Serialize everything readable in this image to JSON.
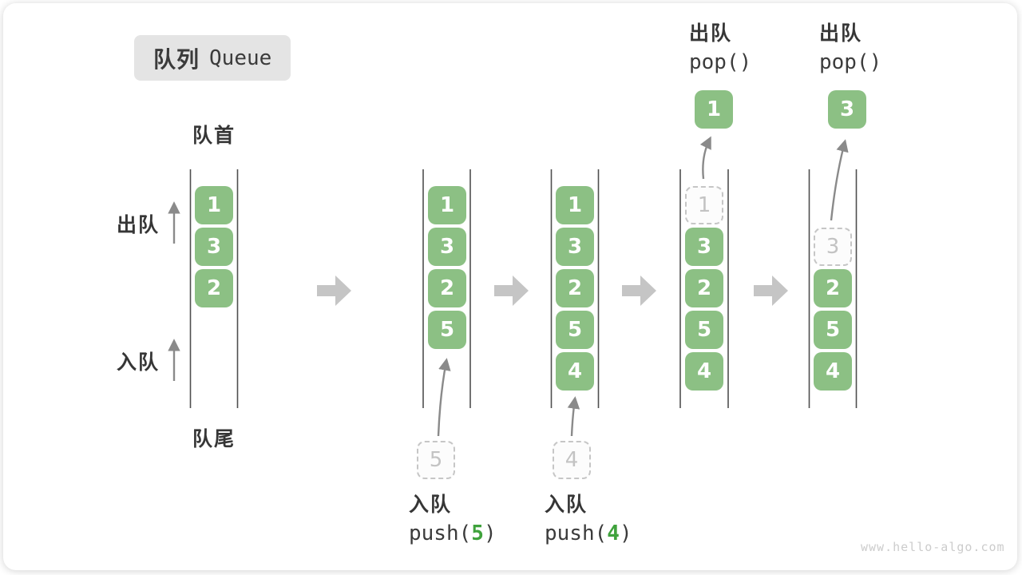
{
  "title": {
    "zh": "队列",
    "en": "Queue"
  },
  "side_labels": {
    "front": "队首",
    "rear": "队尾",
    "dequeue": "出队",
    "enqueue": "入队"
  },
  "operations": {
    "push5": {
      "label": "入队",
      "fn_prefix": "push(",
      "arg": "5",
      "fn_suffix": ")"
    },
    "push4": {
      "label": "入队",
      "fn_prefix": "push(",
      "arg": "4",
      "fn_suffix": ")"
    },
    "pop1": {
      "label": "出队",
      "fn": "pop()"
    },
    "pop2": {
      "label": "出队",
      "fn": "pop()"
    }
  },
  "queues": [
    {
      "cells": [
        {
          "v": "1"
        },
        {
          "v": "3"
        },
        {
          "v": "2"
        }
      ]
    },
    {
      "cells": [
        {
          "v": "1"
        },
        {
          "v": "3"
        },
        {
          "v": "2"
        },
        {
          "v": "5"
        }
      ],
      "staged": "5"
    },
    {
      "cells": [
        {
          "v": "1"
        },
        {
          "v": "3"
        },
        {
          "v": "2"
        },
        {
          "v": "5"
        },
        {
          "v": "4"
        }
      ],
      "staged": "4"
    },
    {
      "cells": [
        {
          "v": "1",
          "ghost": true
        },
        {
          "v": "3"
        },
        {
          "v": "2"
        },
        {
          "v": "5"
        },
        {
          "v": "4"
        }
      ],
      "popped": "1"
    },
    {
      "cells": [
        {
          "v": "3",
          "ghost": true
        },
        {
          "v": "2"
        },
        {
          "v": "5"
        },
        {
          "v": "4"
        }
      ],
      "popped": "3"
    }
  ],
  "watermark": "www.hello-algo.com",
  "colors": {
    "box_green": "#8cc084",
    "accent_green": "#3fa23c",
    "text_dark": "#3b3b3b",
    "block_arrow_gray": "#c5c5c5",
    "ghost_gray": "#c3c3c3",
    "title_badge_bg": "#e4e4e4"
  }
}
